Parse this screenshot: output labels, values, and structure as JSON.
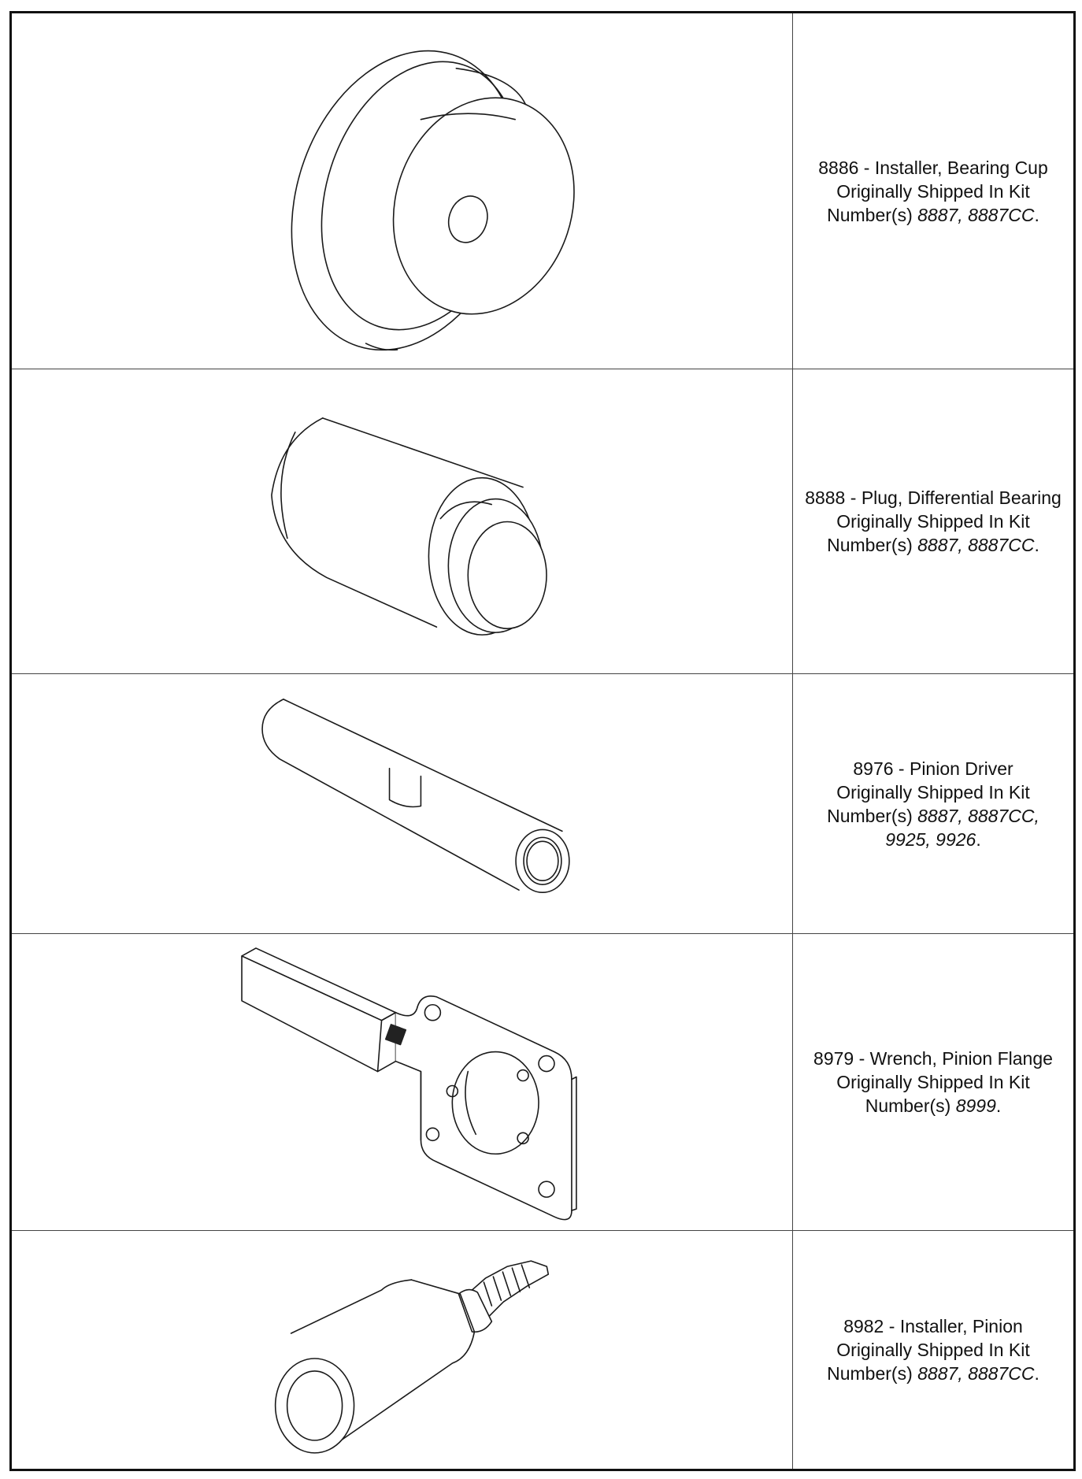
{
  "tools": [
    {
      "number": "8886",
      "name": "Installer, Bearing Cup",
      "shipped_text": "Originally Shipped In Kit",
      "kits_prefix": "Number(s) ",
      "kits": "8887, 8887CC",
      "kits_suffix": ".",
      "icon": "bearing-cup-installer-drawing"
    },
    {
      "number": "8888",
      "name": "Plug, Differential Bearing",
      "shipped_text": "Originally Shipped In Kit",
      "kits_prefix": "Number(s) ",
      "kits": "8887, 8887CC",
      "kits_suffix": ".",
      "icon": "differential-bearing-plug-drawing"
    },
    {
      "number": "8976",
      "name": "Pinion Driver",
      "shipped_text": "Originally Shipped In Kit",
      "kits_prefix": "Number(s) ",
      "kits": "8887, 8887CC, 9925, 9926",
      "kits_suffix": ".",
      "icon": "pinion-driver-drawing"
    },
    {
      "number": "8979",
      "name": "Wrench, Pinion Flange",
      "shipped_text": "Originally Shipped In Kit",
      "kits_prefix": "Number(s) ",
      "kits": "8999",
      "kits_suffix": ".",
      "icon": "pinion-flange-wrench-drawing"
    },
    {
      "number": "8982",
      "name": "Installer, Pinion",
      "shipped_text": "Originally Shipped In Kit",
      "kits_prefix": "Number(s) ",
      "kits": "8887, 8887CC",
      "kits_suffix": ".",
      "icon": "pinion-installer-drawing"
    }
  ]
}
